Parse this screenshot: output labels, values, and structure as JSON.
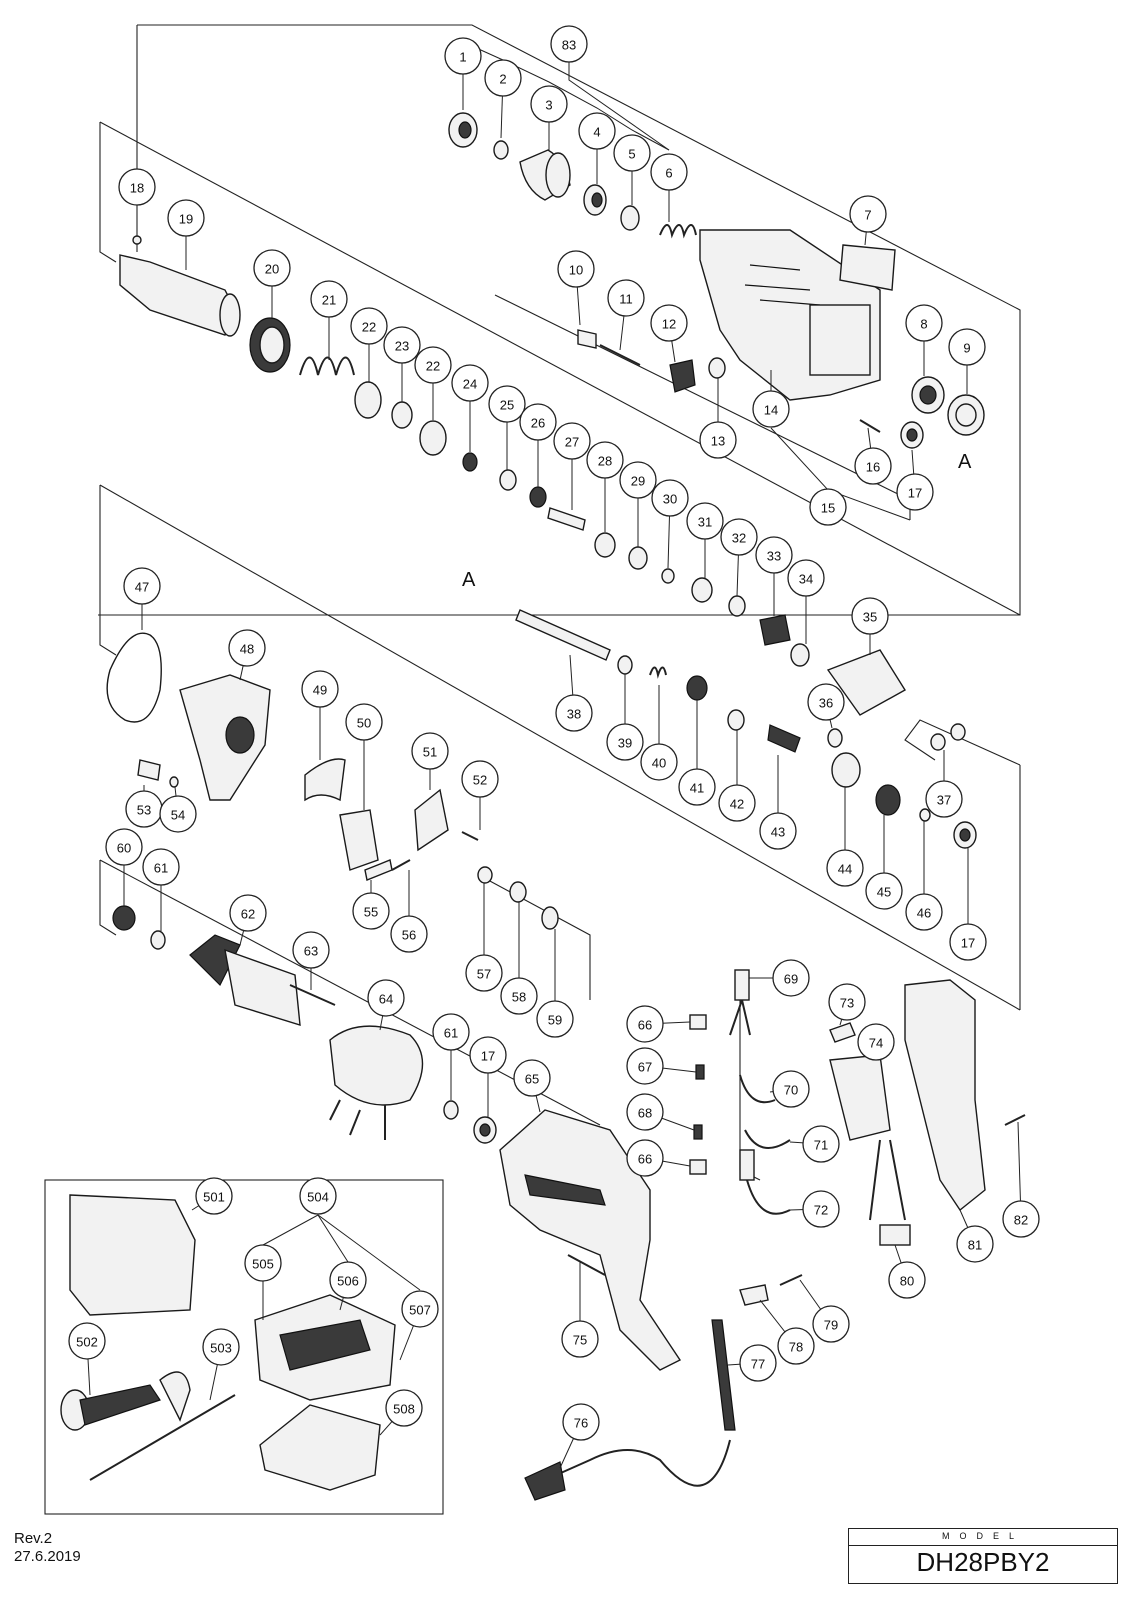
{
  "callouts": [
    {
      "id": "1",
      "label": "1"
    },
    {
      "id": "2",
      "label": "2"
    },
    {
      "id": "3",
      "label": "3"
    },
    {
      "id": "4",
      "label": "4"
    },
    {
      "id": "5",
      "label": "5"
    },
    {
      "id": "6",
      "label": "6"
    },
    {
      "id": "7",
      "label": "7"
    },
    {
      "id": "8",
      "label": "8"
    },
    {
      "id": "9",
      "label": "9"
    },
    {
      "id": "10",
      "label": "10"
    },
    {
      "id": "11",
      "label": "11"
    },
    {
      "id": "12",
      "label": "12"
    },
    {
      "id": "13",
      "label": "13"
    },
    {
      "id": "14",
      "label": "14"
    },
    {
      "id": "15",
      "label": "15"
    },
    {
      "id": "16",
      "label": "16"
    },
    {
      "id": "17a",
      "label": "17"
    },
    {
      "id": "18",
      "label": "18"
    },
    {
      "id": "19",
      "label": "19"
    },
    {
      "id": "20",
      "label": "20"
    },
    {
      "id": "21",
      "label": "21"
    },
    {
      "id": "22a",
      "label": "22"
    },
    {
      "id": "23",
      "label": "23"
    },
    {
      "id": "22b",
      "label": "22"
    },
    {
      "id": "24",
      "label": "24"
    },
    {
      "id": "25",
      "label": "25"
    },
    {
      "id": "26",
      "label": "26"
    },
    {
      "id": "27",
      "label": "27"
    },
    {
      "id": "28",
      "label": "28"
    },
    {
      "id": "29",
      "label": "29"
    },
    {
      "id": "30",
      "label": "30"
    },
    {
      "id": "31",
      "label": "31"
    },
    {
      "id": "32",
      "label": "32"
    },
    {
      "id": "33",
      "label": "33"
    },
    {
      "id": "34",
      "label": "34"
    },
    {
      "id": "35",
      "label": "35"
    },
    {
      "id": "36",
      "label": "36"
    },
    {
      "id": "37",
      "label": "37"
    },
    {
      "id": "38",
      "label": "38"
    },
    {
      "id": "39",
      "label": "39"
    },
    {
      "id": "40",
      "label": "40"
    },
    {
      "id": "41",
      "label": "41"
    },
    {
      "id": "42",
      "label": "42"
    },
    {
      "id": "43",
      "label": "43"
    },
    {
      "id": "44",
      "label": "44"
    },
    {
      "id": "45",
      "label": "45"
    },
    {
      "id": "46",
      "label": "46"
    },
    {
      "id": "17b",
      "label": "17"
    },
    {
      "id": "47",
      "label": "47"
    },
    {
      "id": "48",
      "label": "48"
    },
    {
      "id": "49",
      "label": "49"
    },
    {
      "id": "50",
      "label": "50"
    },
    {
      "id": "51",
      "label": "51"
    },
    {
      "id": "52",
      "label": "52"
    },
    {
      "id": "53",
      "label": "53"
    },
    {
      "id": "54",
      "label": "54"
    },
    {
      "id": "55",
      "label": "55"
    },
    {
      "id": "56",
      "label": "56"
    },
    {
      "id": "57",
      "label": "57"
    },
    {
      "id": "58",
      "label": "58"
    },
    {
      "id": "59",
      "label": "59"
    },
    {
      "id": "60",
      "label": "60"
    },
    {
      "id": "61a",
      "label": "61"
    },
    {
      "id": "62",
      "label": "62"
    },
    {
      "id": "63",
      "label": "63"
    },
    {
      "id": "64",
      "label": "64"
    },
    {
      "id": "61b",
      "label": "61"
    },
    {
      "id": "17c",
      "label": "17"
    },
    {
      "id": "65",
      "label": "65"
    },
    {
      "id": "66a",
      "label": "66"
    },
    {
      "id": "67",
      "label": "67"
    },
    {
      "id": "68",
      "label": "68"
    },
    {
      "id": "66b",
      "label": "66"
    },
    {
      "id": "69",
      "label": "69"
    },
    {
      "id": "70",
      "label": "70"
    },
    {
      "id": "71",
      "label": "71"
    },
    {
      "id": "72",
      "label": "72"
    },
    {
      "id": "73",
      "label": "73"
    },
    {
      "id": "74",
      "label": "74"
    },
    {
      "id": "75",
      "label": "75"
    },
    {
      "id": "76",
      "label": "76"
    },
    {
      "id": "77",
      "label": "77"
    },
    {
      "id": "78",
      "label": "78"
    },
    {
      "id": "79",
      "label": "79"
    },
    {
      "id": "80",
      "label": "80"
    },
    {
      "id": "81",
      "label": "81"
    },
    {
      "id": "82",
      "label": "82"
    },
    {
      "id": "83",
      "label": "83"
    },
    {
      "id": "501",
      "label": "501"
    },
    {
      "id": "502",
      "label": "502"
    },
    {
      "id": "503",
      "label": "503"
    },
    {
      "id": "504",
      "label": "504"
    },
    {
      "id": "505",
      "label": "505"
    },
    {
      "id": "506",
      "label": "506"
    },
    {
      "id": "507",
      "label": "507"
    },
    {
      "id": "508",
      "label": "508"
    }
  ],
  "anchors": {
    "a1": "A",
    "a2": "A"
  },
  "revision": {
    "rev": "Rev.2",
    "date": "27.6.2019"
  },
  "model": {
    "caption": "MODEL",
    "name": "DH28PBY2"
  }
}
